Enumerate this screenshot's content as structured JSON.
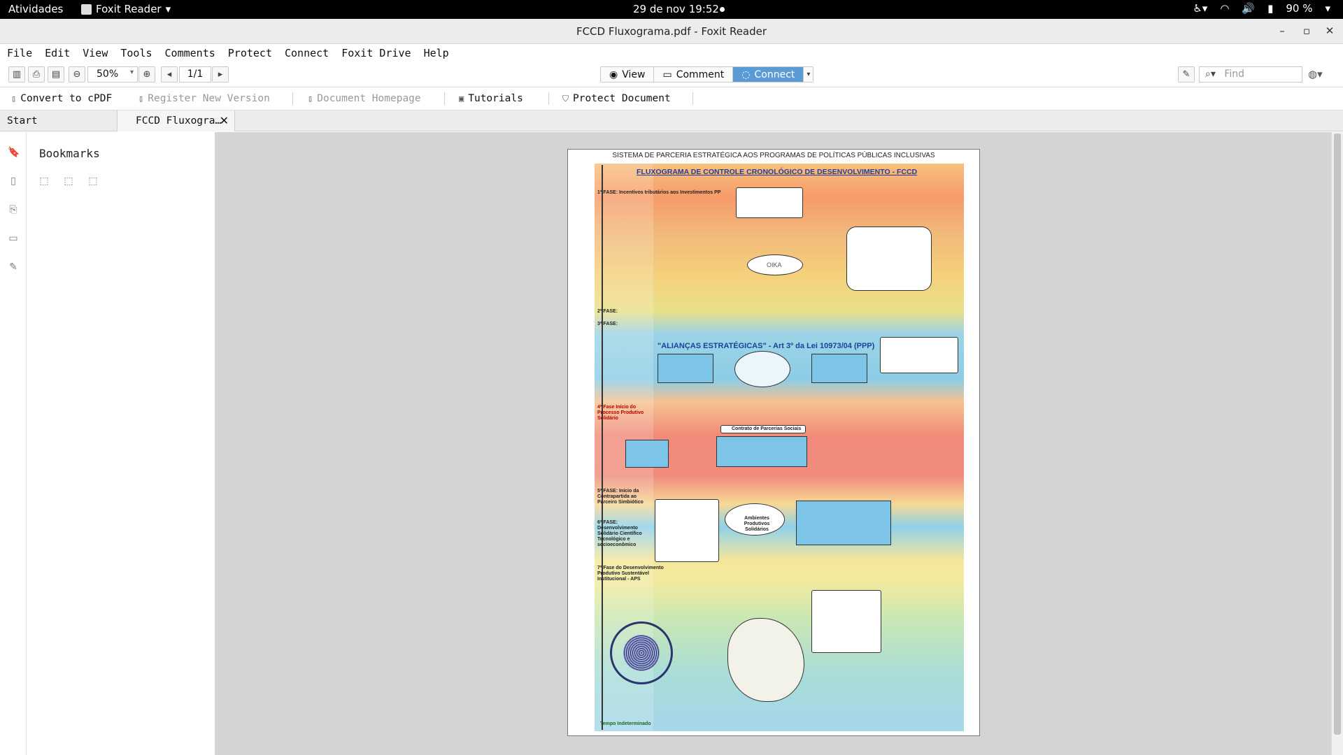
{
  "system": {
    "activities": "Atividades",
    "app_name": "Foxit Reader",
    "clock": "29 de nov  19:52",
    "battery": "90 %"
  },
  "window": {
    "title": "FCCD Fluxograma.pdf - Foxit Reader"
  },
  "menu": [
    "File",
    "Edit",
    "View",
    "Tools",
    "Comments",
    "Protect",
    "Connect",
    "Foxit Drive",
    "Help"
  ],
  "toolbar": {
    "zoom": "50%",
    "page": "1/1",
    "modes": {
      "view": "View",
      "comment": "Comment",
      "connect": "Connect"
    },
    "find_placeholder": "Find"
  },
  "connect_toolbar": {
    "convert": "Convert to cPDF",
    "register": "Register New Version",
    "homepage": "Document Homepage",
    "tutorials": "Tutorials",
    "protect": "Protect Document"
  },
  "tabs": {
    "start": "Start",
    "doc": "FCCD Fluxogra…"
  },
  "sidebar": {
    "title": "Bookmarks"
  },
  "document": {
    "header": "SISTEMA DE PARCERIA ESTRATÉGICA AOS PROGRAMAS DE POLÍTICAS PÚBLICAS INCLUSIVAS",
    "poster_title": "FLUXOGRAMA DE CONTROLE CRONOLÓGICO DE DESENVOLVIMENTO - FCCD",
    "alliances": "\"ALIANÇAS ESTRATÉGICAS\" - Art 3º da Lei 10973/04 (PPP)",
    "fase1": "1ª FASE: Incentivos tributários aos Investimentos PP",
    "fase2": "2ª FASE:",
    "fase3": "3ª FASE:",
    "fase4": "4ª Fase Início do Processo Produtivo Solidário",
    "fase5": "5ª FASE: Início da Contrapartida ao Parceiro Simbiótico",
    "fase6": "6ª FASE: Desenvolvimento Solidário Científico Tecnológico e socioeconômico",
    "fase7": "7ª Fase do Desenvolvimento Produtivo Sustentável Institucional - APS",
    "oika": "OIKA",
    "tempo": "Tempo Indeterminado",
    "contrato": "Contrato de Parcerias Sociais",
    "ambientes": "Ambientes Produtivos Solidários"
  }
}
